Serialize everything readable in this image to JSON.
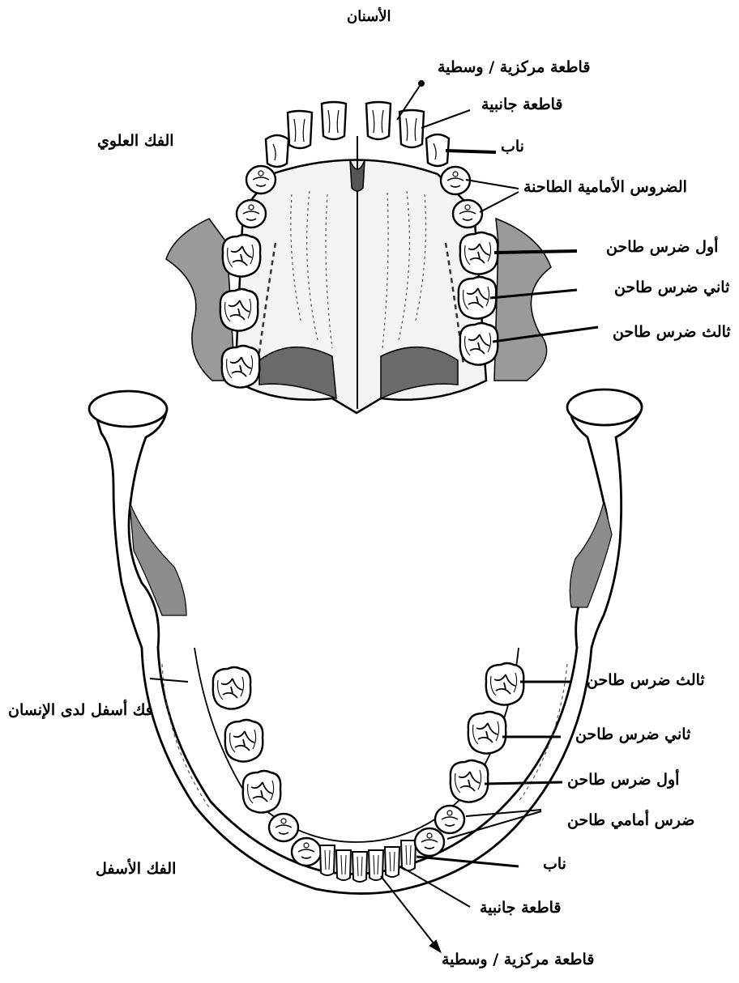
{
  "title": "الأسنان",
  "upper_jaw": {
    "name": "الفك العلوي",
    "labels": {
      "central_incisor": "قاطعة مركزية / وسطية",
      "lateral_incisor": "قاطعة جانبية",
      "canine": "ناب",
      "premolars": "الضروس الأمامية الطاحنة",
      "first_molar": "أول ضرس طاحن",
      "second_molar": "ثاني ضرس طاحن",
      "third_molar": "ثالث ضرس طاحن"
    }
  },
  "lower_jaw": {
    "name": "الفك الأسفل",
    "mandible": "فك أسفل لدى الإنسان",
    "labels": {
      "third_molar": "ثالث ضرس طاحن",
      "second_molar": "ثاني ضرس طاحن",
      "first_molar": "أول ضرس طاحن",
      "premolar": "ضرس أمامي طاحن",
      "canine": "ناب",
      "lateral_incisor": "قاطعة جانبية",
      "central_incisor": "قاطعة مركزية / وسطية"
    }
  },
  "colors": {
    "ink": "#000000",
    "background": "#ffffff"
  }
}
